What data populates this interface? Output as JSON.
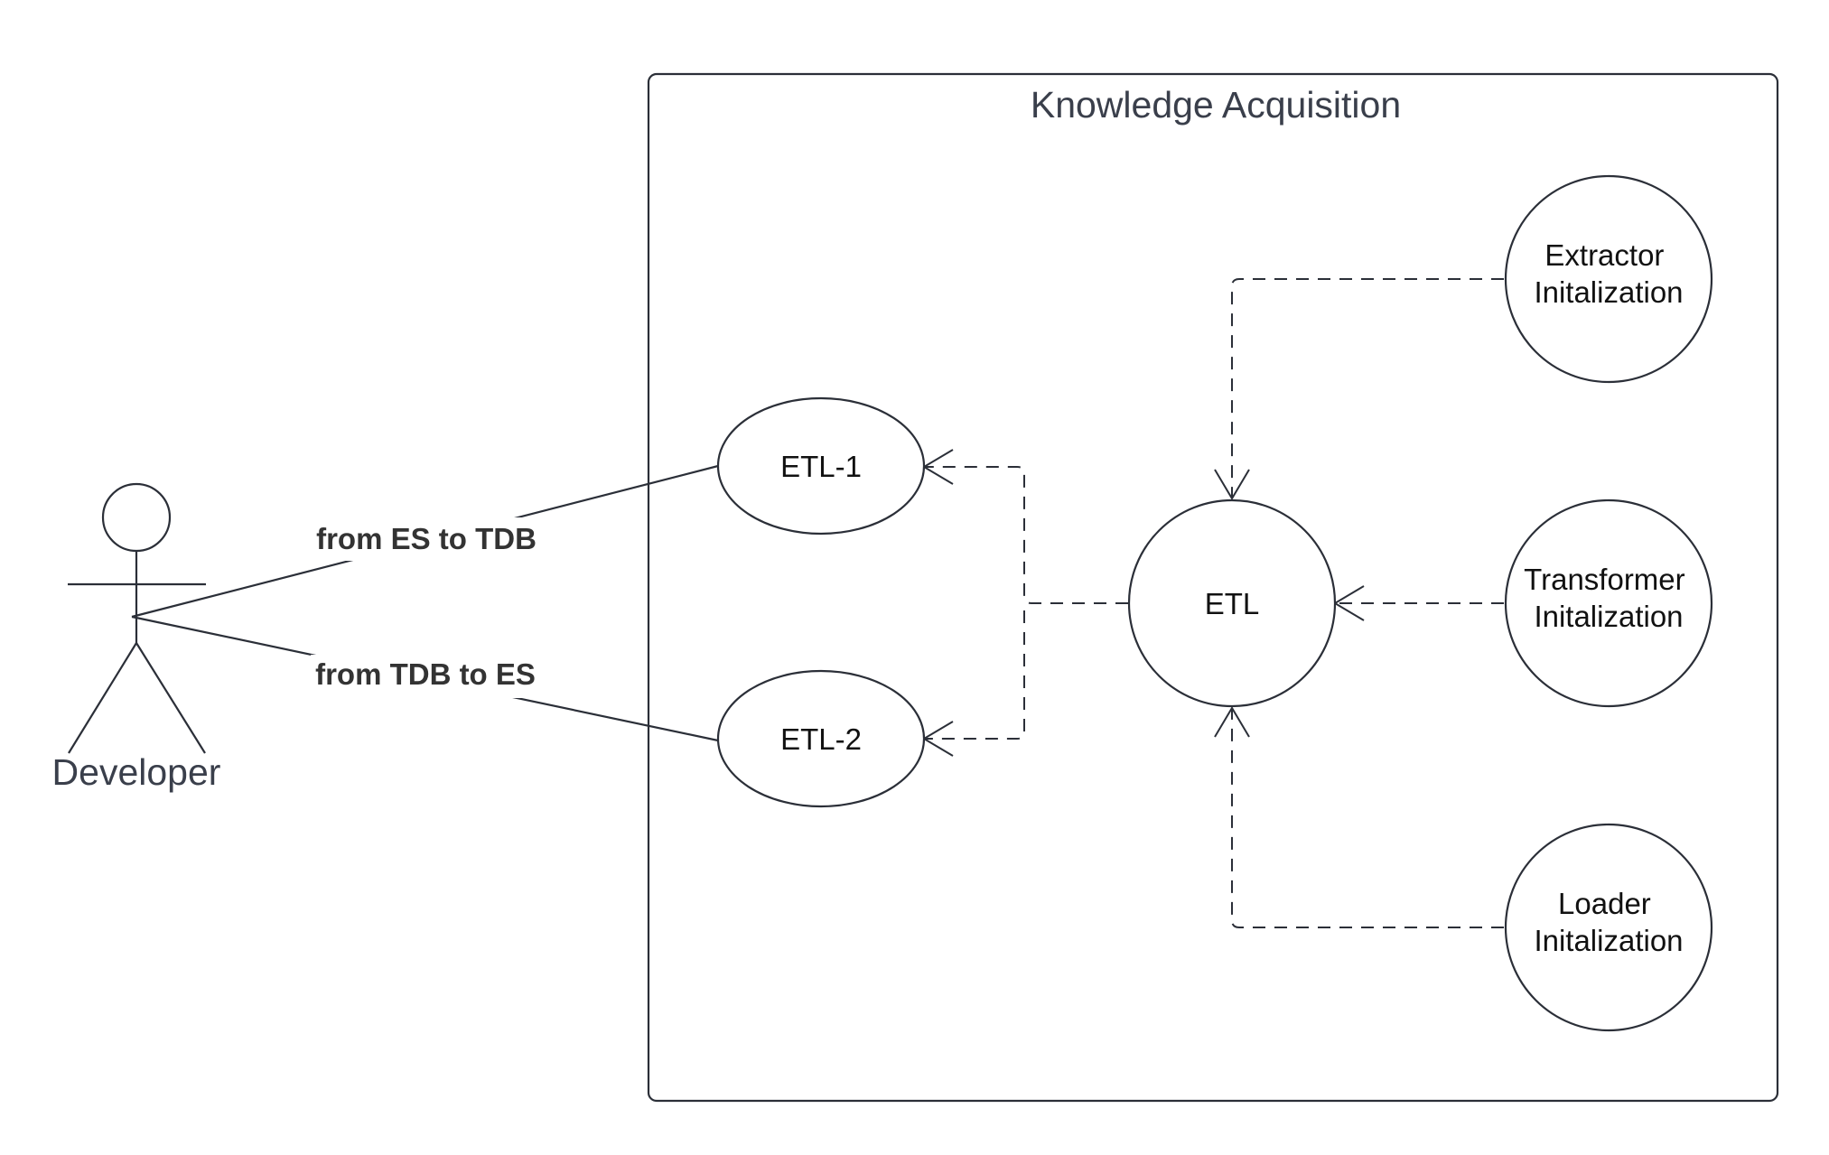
{
  "boundary": {
    "title": "Knowledge Acquisition"
  },
  "actor": {
    "name": "Developer"
  },
  "associations": [
    {
      "label": "from ES to TDB"
    },
    {
      "label": "from TDB to ES"
    }
  ],
  "use_cases": {
    "etl1": "ETL-1",
    "etl2": "ETL-2",
    "etl": "ETL",
    "extractor": [
      "Extractor",
      "Initalization"
    ],
    "transformer": [
      "Transformer",
      "Initalization"
    ],
    "loader": [
      "Loader",
      "Initalization"
    ]
  },
  "colors": {
    "stroke": "#2b2f38",
    "title": "#3a3f4b",
    "background": "#ffffff"
  }
}
